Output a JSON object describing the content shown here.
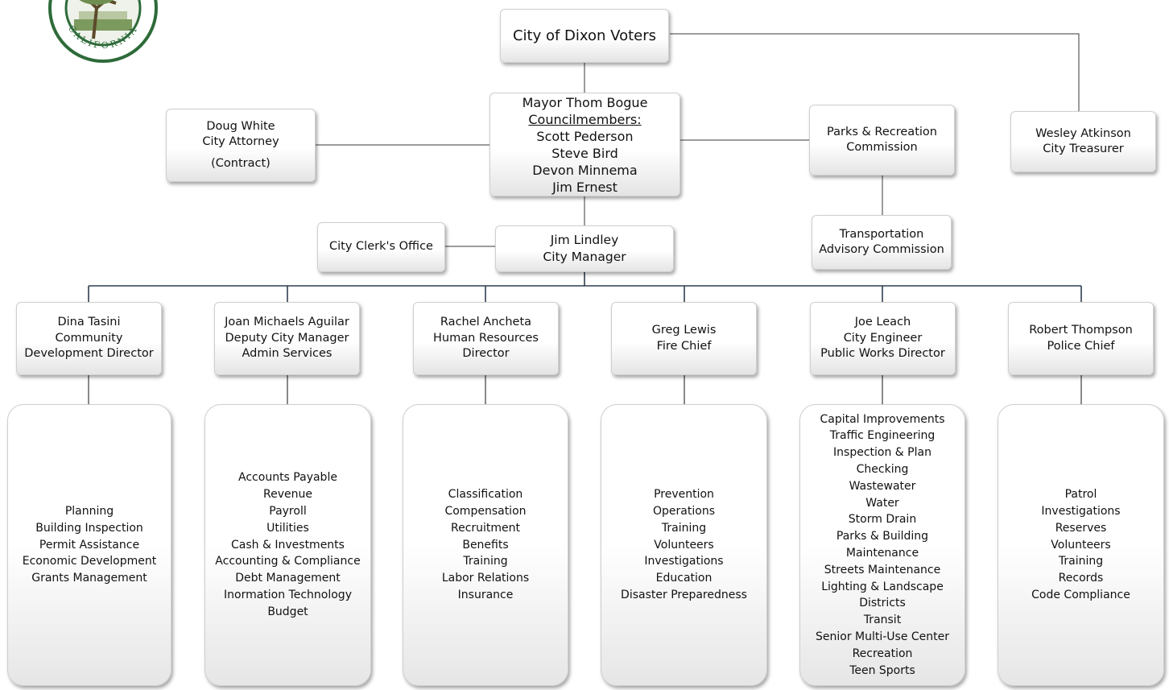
{
  "logo": {
    "text": "CALIFORNIA"
  },
  "voters": {
    "label": "City of Dixon Voters"
  },
  "council": {
    "mayor": "Mayor Thom Bogue",
    "heading": "Councilmembers:",
    "members": [
      "Scott Pederson",
      "Steve Bird",
      "Devon Minnema",
      "Jim Ernest"
    ]
  },
  "attorney": {
    "name": "Doug White",
    "title": "City Attorney",
    "note": "(Contract)"
  },
  "parks_commission": {
    "line1": "Parks & Recreation",
    "line2": "Commission"
  },
  "treasurer": {
    "name": "Wesley Atkinson",
    "title": "City Treasurer"
  },
  "transport_commission": {
    "line1": "Transportation",
    "line2": "Advisory Commission"
  },
  "clerk": {
    "label": "City Clerk's Office"
  },
  "manager": {
    "name": "Jim Lindley",
    "title": "City Manager"
  },
  "directors": [
    {
      "lines": [
        "Dina Tasini",
        "Community",
        "Development Director"
      ],
      "functions": [
        "Planning",
        "Building Inspection",
        "Permit Assistance",
        "Economic Development",
        "Grants Management"
      ]
    },
    {
      "lines": [
        "Joan Michaels Aguilar",
        "Deputy City Manager",
        "Admin Services"
      ],
      "functions": [
        "Accounts Payable",
        "Revenue",
        "Payroll",
        "Utilities",
        "Cash & Investments",
        "Accounting & Compliance",
        "Debt Management",
        "Inormation Technology",
        "Budget"
      ]
    },
    {
      "lines": [
        "Rachel Ancheta",
        "Human Resources",
        "Director"
      ],
      "functions": [
        "Classification",
        "Compensation",
        "Recruitment",
        "Benefits",
        "Training",
        "Labor Relations",
        "Insurance"
      ]
    },
    {
      "lines": [
        "Greg Lewis",
        "Fire Chief"
      ],
      "functions": [
        "Prevention",
        "Operations",
        "Training",
        "Volunteers",
        "Investigations",
        "Education",
        "Disaster Preparedness"
      ]
    },
    {
      "lines": [
        "Joe Leach",
        "City Engineer",
        "Public Works Director"
      ],
      "functions": [
        "Capital Improvements",
        "Traffic Engineering",
        "Inspection & Plan",
        "Checking",
        "Wastewater",
        "Water",
        "Storm Drain",
        "Parks & Building",
        "Maintenance",
        "Streets Maintenance",
        "Lighting & Landscape",
        "Districts",
        "Transit",
        "Senior Multi-Use Center",
        "Recreation",
        "Teen Sports"
      ]
    },
    {
      "lines": [
        "Robert Thompson",
        "Police Chief"
      ],
      "functions": [
        "Patrol",
        "Investigations",
        "Reserves",
        "Volunteers",
        "Training",
        "Records",
        "Code Compliance"
      ]
    }
  ],
  "colors": {
    "line": "#3a3a3a",
    "connector": "#2f3e50",
    "logo_green": "#2e6b3a"
  }
}
